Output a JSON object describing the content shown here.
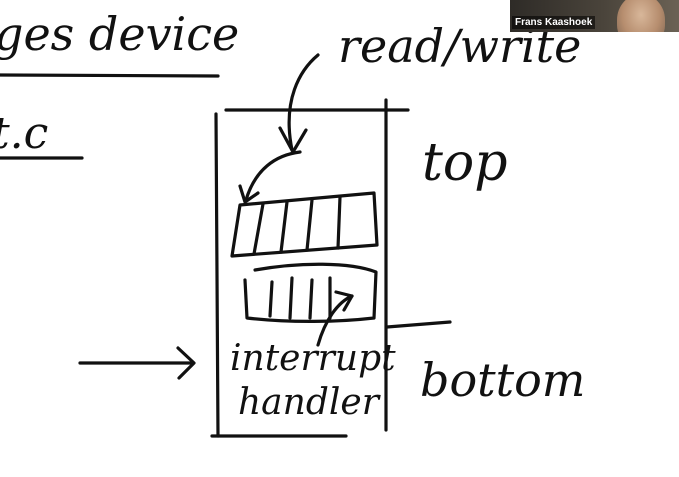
{
  "whiteboard": {
    "heading_fragment": "ges device",
    "subheading_fragment": "t.c",
    "label_read_write": "read/write",
    "label_top": "top",
    "label_bottom": "bottom",
    "label_interrupt": "interrupt",
    "label_handler": "handler"
  },
  "video": {
    "participant_name": "Frans Kaashoek",
    "icon": "participant-video-icon"
  },
  "colors": {
    "background": "#ffffff",
    "ink": "#111111"
  }
}
